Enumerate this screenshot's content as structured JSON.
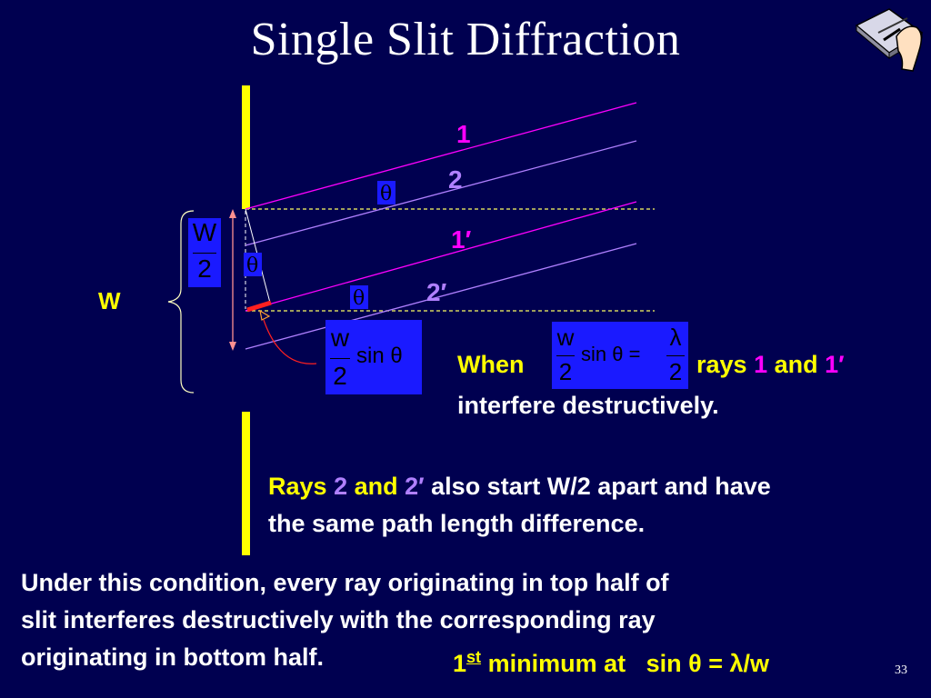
{
  "title": "Single Slit Diffraction",
  "page_number": "33",
  "diagram": {
    "ray_label_1": "1",
    "ray_label_2": "2",
    "ray_label_1p": "1′",
    "ray_label_2p": "2′",
    "theta": "θ",
    "w_label": "W",
    "half_w_num": "W",
    "half_w_den": "2",
    "pathdiff_num": "w",
    "pathdiff_den": "2",
    "pathdiff_func": "sin θ"
  },
  "condition": {
    "when": "When",
    "eq_num_left": "w",
    "eq_den_left": "2",
    "eq_func": "sin θ =",
    "eq_num_right": "λ",
    "eq_den_right": "2",
    "rays": "rays",
    "one": "1",
    "and": "and",
    "one_prime": "1′",
    "line2": "interfere destructively."
  },
  "rays2": {
    "rays": "Rays",
    "two": "2",
    "and": "and",
    "two_prime": "2′",
    "rest1": "also start W/2 apart and have",
    "line2": "the same path length difference."
  },
  "conclusion": {
    "line1": "Under this condition, every ray originating in top half of",
    "line2": "slit interferes destructively with the corresponding ray",
    "line3_a": "originating in bottom half.",
    "min_num": "1",
    "min_sup": "st",
    "min_text": "minimum at",
    "min_eq": "sin θ = λ/w"
  },
  "colors": {
    "background": "#000050",
    "yellow": "#ffff00",
    "magenta": "#ff00ff",
    "violet": "#b080ff",
    "box_blue": "#1a1aff"
  },
  "icons": [
    "writing-hand-clipart-icon"
  ]
}
